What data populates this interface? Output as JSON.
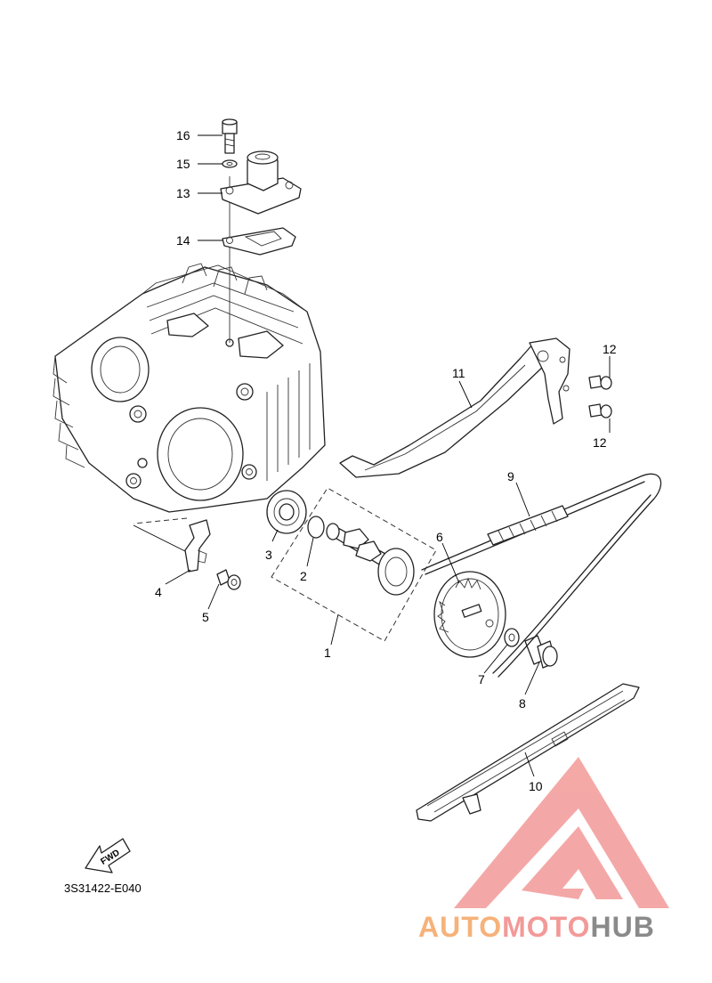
{
  "callouts": {
    "p1": "1",
    "p2": "2",
    "p3": "3",
    "p4": "4",
    "p5": "5",
    "p6": "6",
    "p7": "7",
    "p8": "8",
    "p9": "9",
    "p10": "10",
    "p11": "11",
    "p12a": "12",
    "p12b": "12",
    "p13": "13",
    "p14": "14",
    "p15": "15",
    "p16": "16"
  },
  "ref_code": "3S31422-E040",
  "fwd_label": "FWD",
  "watermark": {
    "part1": "AUTO",
    "part2": "MOTO",
    "part3": "HUB",
    "colors": {
      "auto": "#f5b27a",
      "moto": "#f29a98",
      "hub": "#8a8a8a",
      "triangle": "#f29a98"
    }
  }
}
